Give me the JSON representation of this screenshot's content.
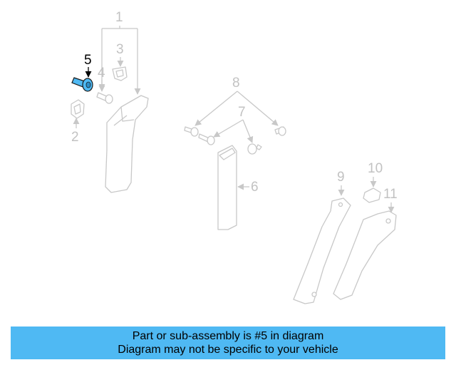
{
  "diagram": {
    "highlight_color": "#4fb9f3",
    "callouts": {
      "c1": "1",
      "c2": "2",
      "c3": "3",
      "c4": "4",
      "c5": "5",
      "c6": "6",
      "c7": "7",
      "c8": "8",
      "c9": "9",
      "c10": "10",
      "c11": "11"
    },
    "highlighted_part": "5"
  },
  "banner": {
    "line1": "Part or sub-assembly is #5 in diagram",
    "line2": "Diagram may not be specific to your vehicle",
    "background": "#4fb9f3"
  }
}
